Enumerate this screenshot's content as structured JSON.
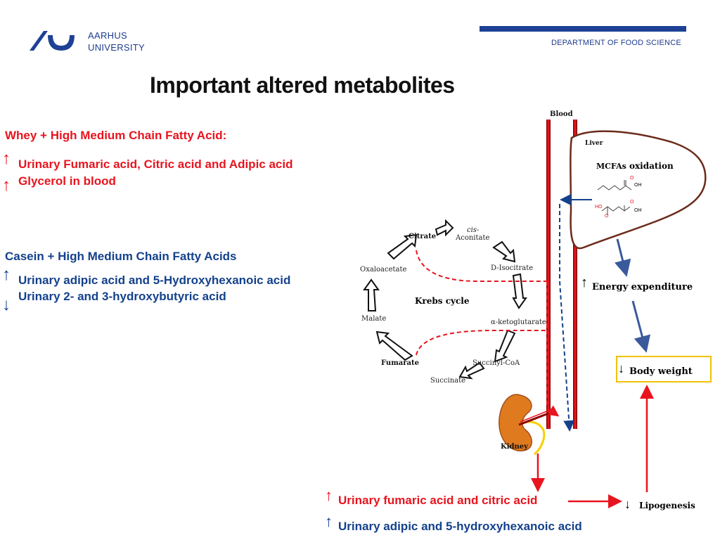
{
  "header": {
    "university_line1": "AARHUS",
    "university_line2": "UNIVERSITY",
    "department": "DEPARTMENT OF FOOD SCIENCE",
    "title": "Important altered metabolites"
  },
  "whey_section": {
    "heading": "Whey + High Medium Chain Fatty Acid:",
    "line1": "Urinary Fumaric acid, Citric acid and Adipic acid",
    "line2": "Glycerol in blood"
  },
  "casein_section": {
    "heading": "Casein + High Medium Chain Fatty Acids",
    "line1": "Urinary adipic acid and 5-Hydroxyhexanoic acid",
    "line2": "Urinary 2- and 3-hydroxybutyric acid"
  },
  "diagram": {
    "blood_label": "Blood",
    "liver_label": "Liver",
    "mcfas_label": "MCFAs",
    "oxidation_label": "oxidation",
    "krebs_label": "Krebs cycle",
    "citrate": "Citrate",
    "cis": "cis-",
    "aconitate": "Aconitate",
    "isocitrate": "D-Isocitrate",
    "ketoglutarate": "α-ketoglutarate",
    "succinyl": "Succinyl-CoA",
    "succinate": "Succinate",
    "fumarate": "Fumarate",
    "malate": "Malate",
    "oxaloacetate": "Oxaloacetate",
    "kidney_label": "Kidney",
    "energy_label": "Energy expenditure",
    "bodyweight_label": "Body weight",
    "lipogenesis_label": "Lipogenesis",
    "chem_oh1": "OH",
    "chem_o1": "O",
    "chem_ho": "HO",
    "chem_o2": "O",
    "chem_oh2": "OH",
    "chem_o3": "O"
  },
  "bottom": {
    "line1": "Urinary fumaric acid and citric acid",
    "line2": "Urinary adipic and 5-hydroxyhexanoic acid"
  },
  "colors": {
    "brand_blue": "#1e4196",
    "red": "#e8141e",
    "dark_blue": "#14418c",
    "liver_brown": "#6b2a1a",
    "kidney_orange": "#e07a1e",
    "box_yellow": "#f2c200"
  },
  "glyphs": {
    "up": "↑",
    "down": "↓"
  }
}
